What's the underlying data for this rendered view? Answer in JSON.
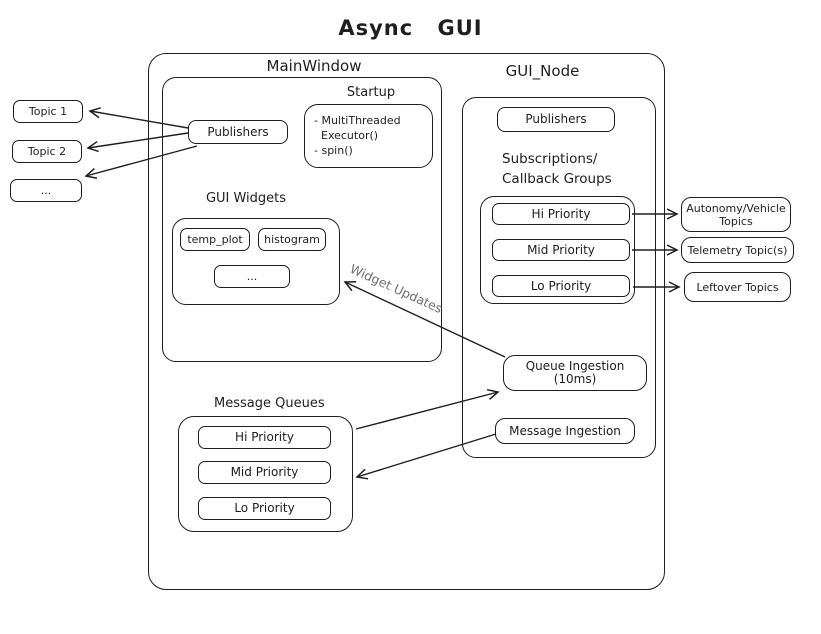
{
  "title": "Async GUI",
  "colors": {
    "stroke": "#1e1e1e",
    "background": "#ffffff",
    "annotation": "#6e6e6e"
  },
  "main_window": {
    "label": "MainWindow",
    "publishers_label": "Publishers",
    "startup": {
      "label": "Startup",
      "lines": [
        "- MultiThreaded",
        "  Executor()",
        "- spin()"
      ]
    },
    "gui_widgets": {
      "label": "GUI Widgets",
      "items": [
        "temp_plot",
        "histogram",
        "..."
      ]
    }
  },
  "message_queues": {
    "label": "Message Queues",
    "items": [
      "Hi Priority",
      "Mid Priority",
      "Lo Priority"
    ]
  },
  "gui_node": {
    "label": "GUI_Node",
    "publishers_label": "Publishers",
    "subscriptions_line1": "Subscriptions/",
    "subscriptions_line2": "Callback Groups",
    "priorities": [
      "Hi Priority",
      "Mid Priority",
      "Lo Priority"
    ],
    "queue_ingestion_label": "Queue Ingestion (10ms)",
    "message_ingestion_label": "Message Ingestion"
  },
  "left_topics": [
    "Topic 1",
    "Topic 2",
    "..."
  ],
  "right_topics": [
    "Autonomy/Vehicle Topics",
    "Telemetry Topic(s)",
    "Leftover Topics"
  ],
  "annotations": {
    "widget_updates": "Widget Updates"
  }
}
